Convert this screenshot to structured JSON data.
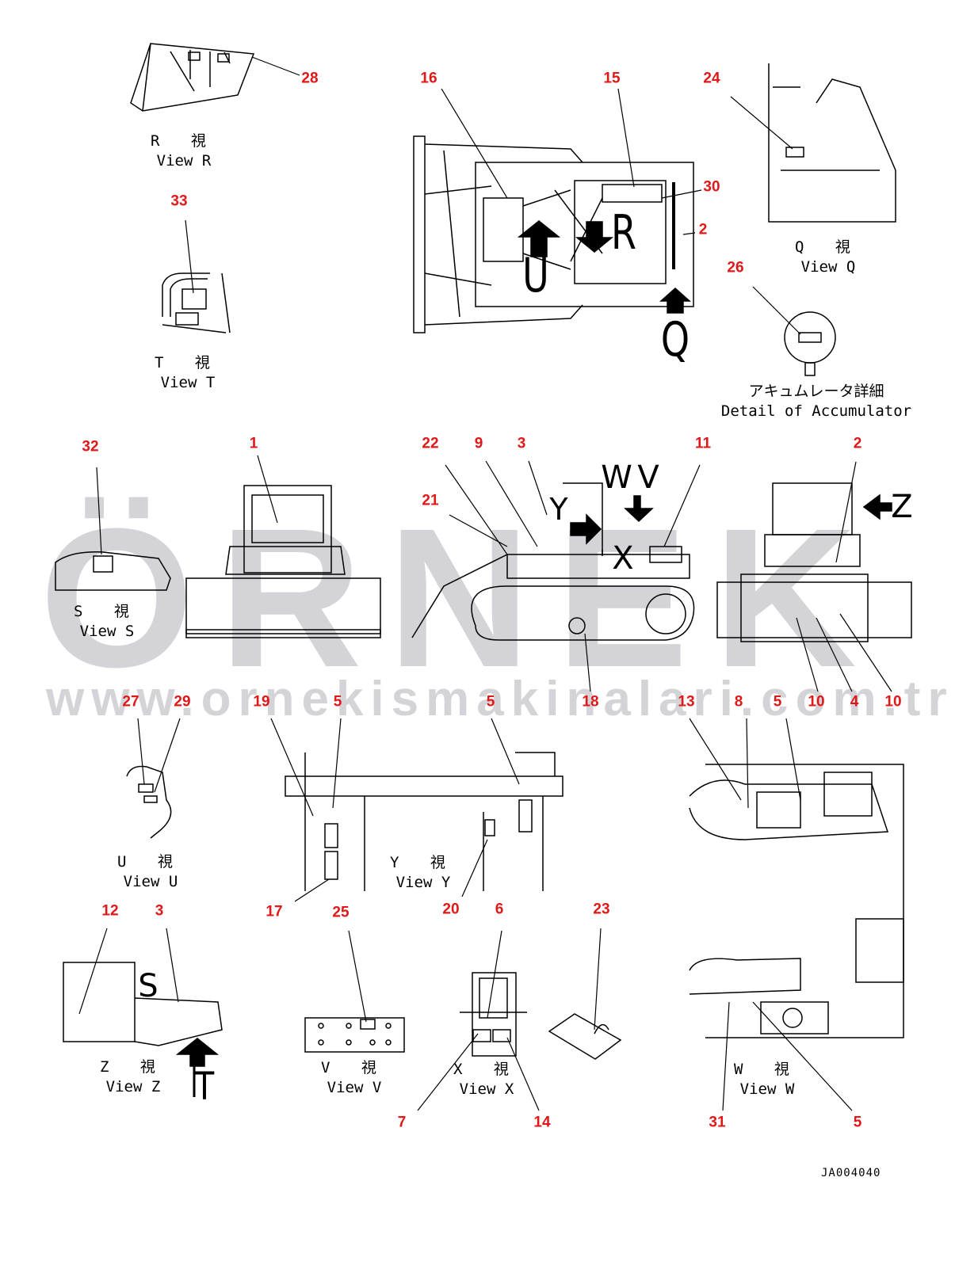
{
  "watermark": {
    "logo": "ÖRNEK",
    "url": "www.ornekismakinalari.com.tr"
  },
  "callouts": [
    "28",
    "16",
    "15",
    "24",
    "30",
    "2",
    "26",
    "33",
    "32",
    "1",
    "22",
    "9",
    "3",
    "11",
    "2",
    "21",
    "27",
    "29",
    "19",
    "5",
    "5",
    "18",
    "13",
    "8",
    "5",
    "10",
    "4",
    "10",
    "12",
    "3",
    "17",
    "25",
    "20",
    "6",
    "23",
    "7",
    "14",
    "31",
    "5"
  ],
  "views": {
    "R": {
      "jp": "R 視",
      "en": "View R"
    },
    "T": {
      "jp": "T 視",
      "en": "View T"
    },
    "Q": {
      "jp": "Q 視",
      "en": "View Q"
    },
    "S": {
      "jp": "S 視",
      "en": "View S"
    },
    "U": {
      "jp": "U 視",
      "en": "View U"
    },
    "Y": {
      "jp": "Y 視",
      "en": "View Y"
    },
    "Z": {
      "jp": "Z 視",
      "en": "View Z"
    },
    "V": {
      "jp": "V 視",
      "en": "View V"
    },
    "X": {
      "jp": "X 視",
      "en": "View X"
    },
    "W": {
      "jp": "W 視",
      "en": "View W"
    }
  },
  "accumulator": {
    "jp": "アキュムレータ詳細",
    "en": "Detail of Accumulator"
  },
  "arrow_letters": {
    "U": "U",
    "R": "R",
    "Q": "Q",
    "Y": "Y",
    "W": "W",
    "V": "V",
    "X": "X",
    "Z": "Z",
    "S": "S",
    "T": "T"
  },
  "drawing_code": "JA004040",
  "colors": {
    "callout": "#e01818",
    "watermark": "#d4d4d8",
    "line": "#000000"
  }
}
